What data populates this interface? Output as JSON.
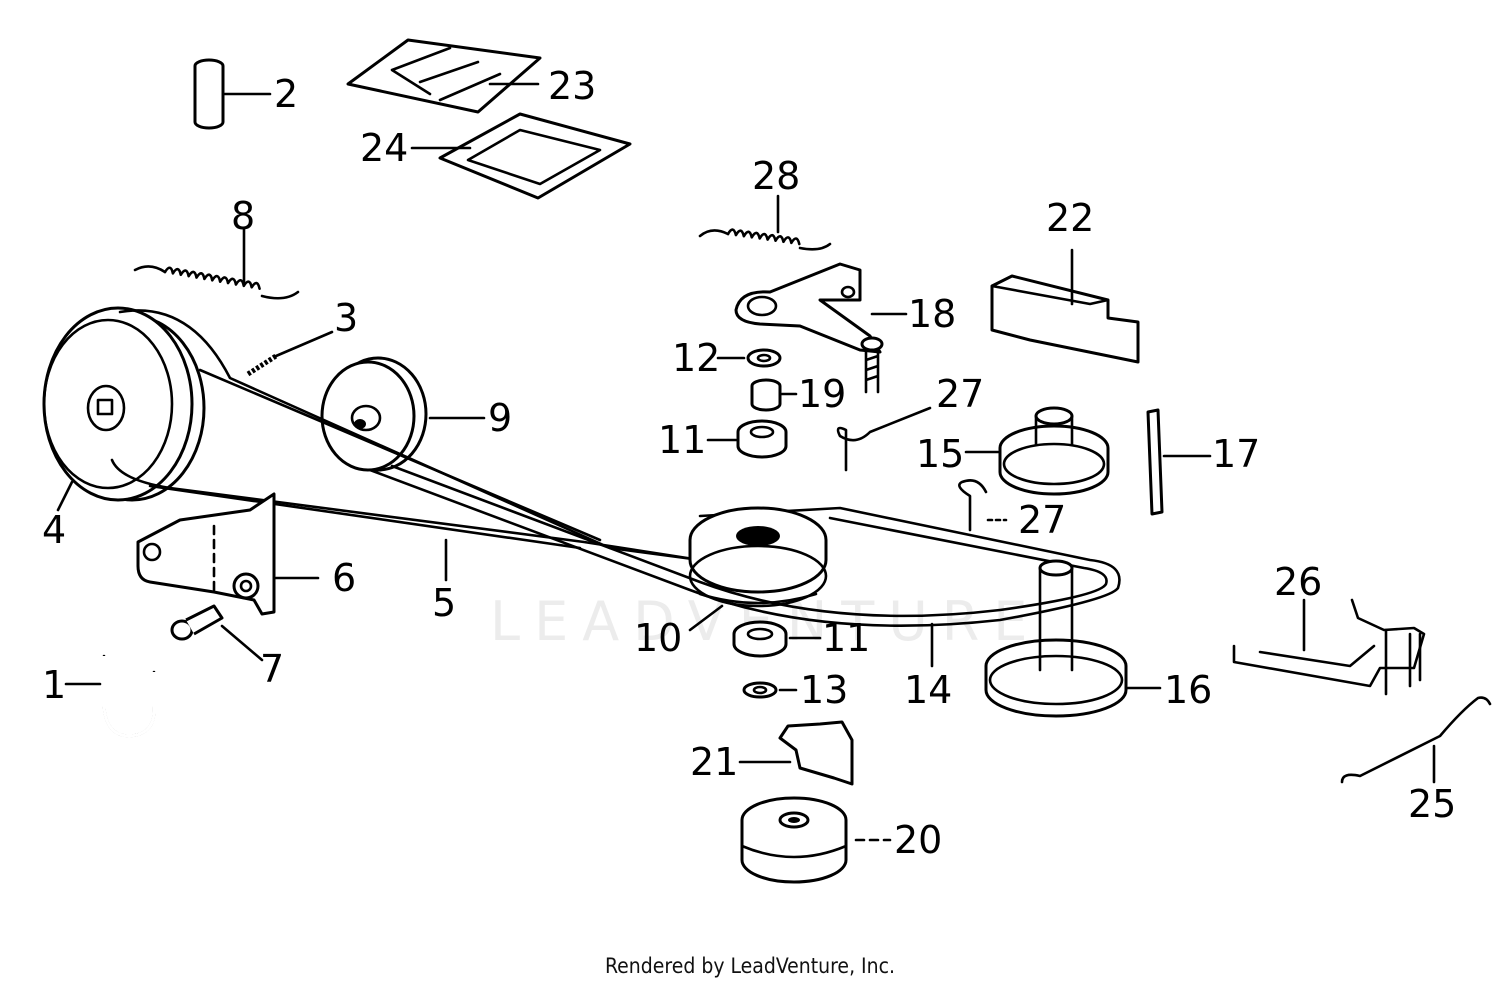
{
  "watermark": "LEADVENTURE",
  "footer": {
    "text": "Rendered by LeadVenture, Inc."
  },
  "callouts": [
    {
      "id": "1",
      "label": "1"
    },
    {
      "id": "2",
      "label": "2"
    },
    {
      "id": "3",
      "label": "3"
    },
    {
      "id": "4",
      "label": "4"
    },
    {
      "id": "5",
      "label": "5"
    },
    {
      "id": "6",
      "label": "6"
    },
    {
      "id": "7",
      "label": "7"
    },
    {
      "id": "8",
      "label": "8"
    },
    {
      "id": "9",
      "label": "9"
    },
    {
      "id": "10",
      "label": "10"
    },
    {
      "id": "11a",
      "label": "11"
    },
    {
      "id": "11b",
      "label": "11"
    },
    {
      "id": "12",
      "label": "12"
    },
    {
      "id": "13",
      "label": "13"
    },
    {
      "id": "14",
      "label": "14"
    },
    {
      "id": "15",
      "label": "15"
    },
    {
      "id": "16",
      "label": "16"
    },
    {
      "id": "17",
      "label": "17"
    },
    {
      "id": "18",
      "label": "18"
    },
    {
      "id": "19",
      "label": "19"
    },
    {
      "id": "20",
      "label": "20"
    },
    {
      "id": "21",
      "label": "21"
    },
    {
      "id": "22",
      "label": "22"
    },
    {
      "id": "23",
      "label": "23"
    },
    {
      "id": "24",
      "label": "24"
    },
    {
      "id": "25",
      "label": "25"
    },
    {
      "id": "26",
      "label": "26"
    },
    {
      "id": "27a",
      "label": "27"
    },
    {
      "id": "27b",
      "label": "27"
    },
    {
      "id": "28",
      "label": "28"
    }
  ]
}
